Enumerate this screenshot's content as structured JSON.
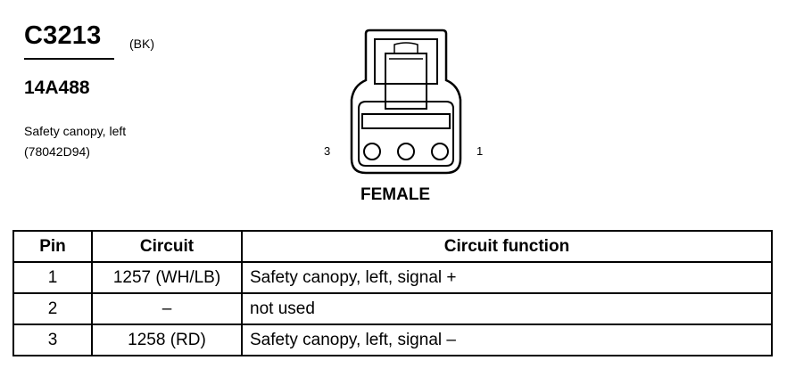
{
  "header": {
    "connector_id": "C3213",
    "connector_color": "(BK)",
    "part_number": "14A488",
    "description_line1": "Safety canopy, left",
    "description_line2": "(78042D94)"
  },
  "connector_view": {
    "pin_label_left": "3",
    "pin_label_right": "1",
    "gender": "FEMALE",
    "cavity_count": 3
  },
  "table": {
    "headers": [
      "Pin",
      "Circuit",
      "Circuit function"
    ],
    "rows": [
      {
        "pin": "1",
        "circuit": "1257 (WH/LB)",
        "function": "Safety canopy, left, signal +"
      },
      {
        "pin": "2",
        "circuit": "–",
        "function": "not used"
      },
      {
        "pin": "3",
        "circuit": "1258 (RD)",
        "function": "Safety canopy, left, signal –"
      }
    ]
  }
}
